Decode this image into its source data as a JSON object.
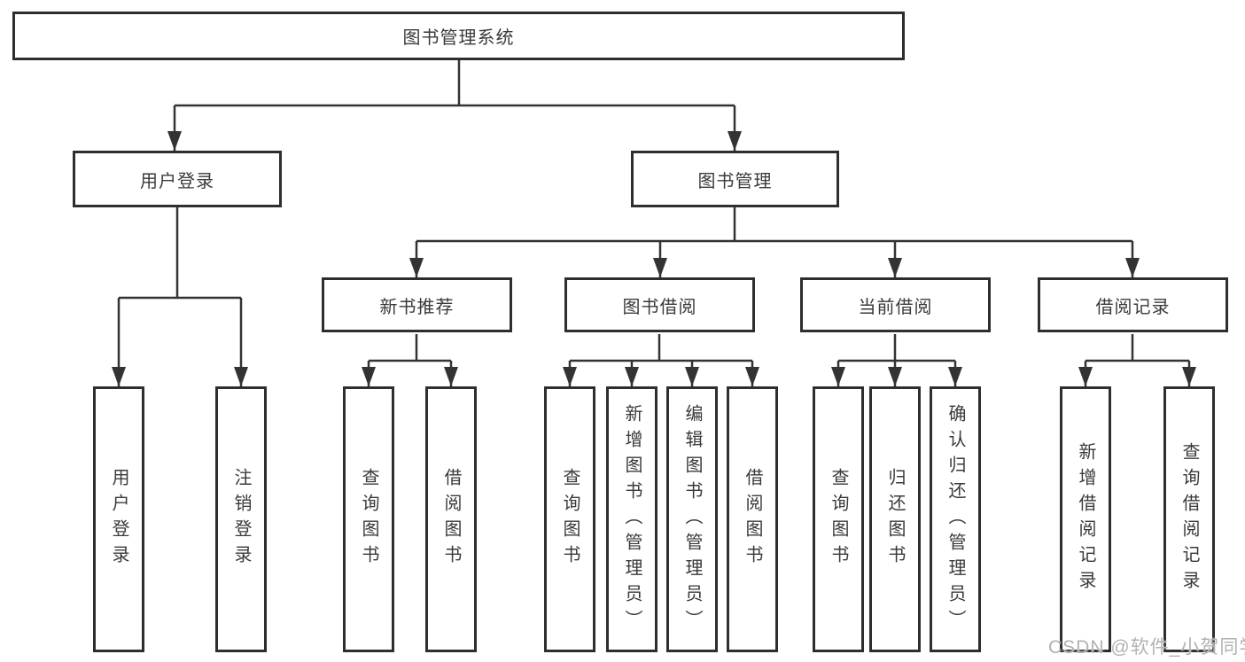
{
  "tree": {
    "root": {
      "label": "图书管理系统"
    },
    "level1": [
      {
        "label": "用户登录",
        "leaves": [
          {
            "label": "用户登录"
          },
          {
            "label": "注销登录"
          }
        ]
      },
      {
        "label": "图书管理",
        "groups": [
          {
            "label": "新书推荐",
            "leaves": [
              {
                "label": "查询图书"
              },
              {
                "label": "借阅图书"
              }
            ]
          },
          {
            "label": "图书借阅",
            "leaves": [
              {
                "label": "查询图书"
              },
              {
                "label": "新增图书（管理员）"
              },
              {
                "label": "编辑图书（管理员）"
              },
              {
                "label": "借阅图书"
              }
            ]
          },
          {
            "label": "当前借阅",
            "leaves": [
              {
                "label": "查询图书"
              },
              {
                "label": "归还图书"
              },
              {
                "label": "确认归还（管理员）"
              }
            ]
          },
          {
            "label": "借阅记录",
            "leaves": [
              {
                "label": "新增借阅记录"
              },
              {
                "label": "查询借阅记录"
              }
            ]
          }
        ]
      }
    ]
  },
  "watermark": "CSDN @软件_小贺同学",
  "colors": {
    "line": "#333333",
    "box_border": "#2e2e2e",
    "text": "#3a3a3a",
    "background": "#ffffff",
    "watermark": "#b2b2b2"
  }
}
